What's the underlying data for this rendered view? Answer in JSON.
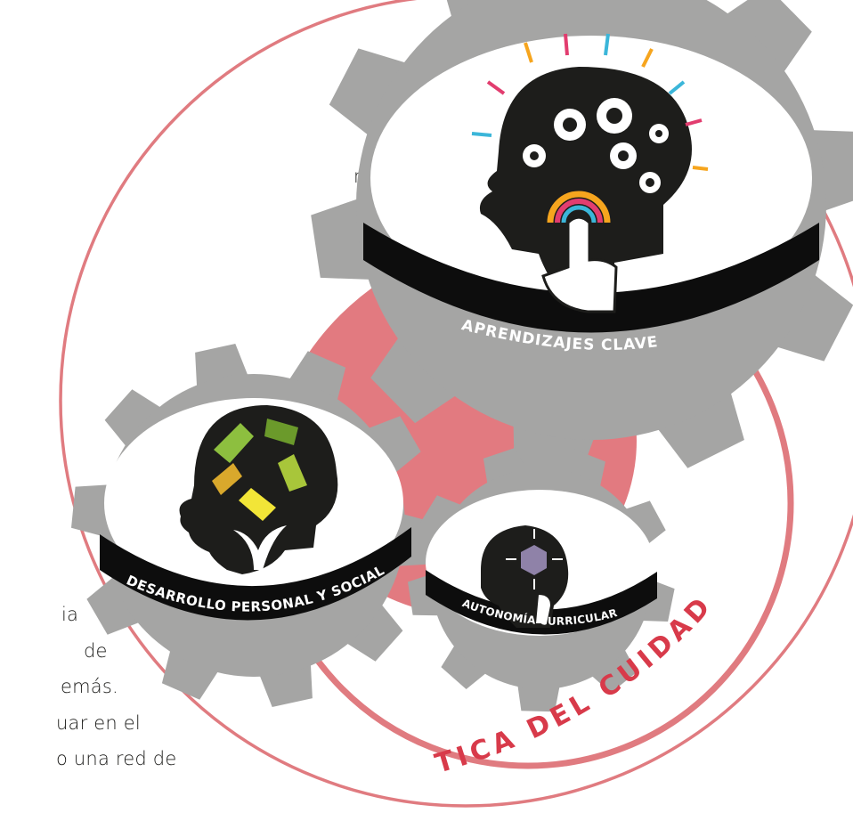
{
  "left_text_fragments": [
    "no",
    "-",
    "ia",
    "de",
    "emás.",
    "uar en el",
    "o una red de"
  ],
  "gears": {
    "main": {
      "label": "APRENDIZAJES CLAVE",
      "icon": "brain-gears-icon"
    },
    "left": {
      "label": "DESARROLLO PERSONAL Y SOCIAL",
      "icon": "hands-plant-icon"
    },
    "small": {
      "label": "AUTONOMÍA CURRICULAR",
      "icon": "cube-arrows-icon"
    }
  },
  "ring_label": "ÉTICA DEL CUIDADO",
  "colors": {
    "gear": "#a5a5a4",
    "ring": "#e07b80",
    "center": "#e27a80",
    "band": "#0d0d0d",
    "head": "#1d1d1b",
    "ring_text": "#d83a4a"
  }
}
